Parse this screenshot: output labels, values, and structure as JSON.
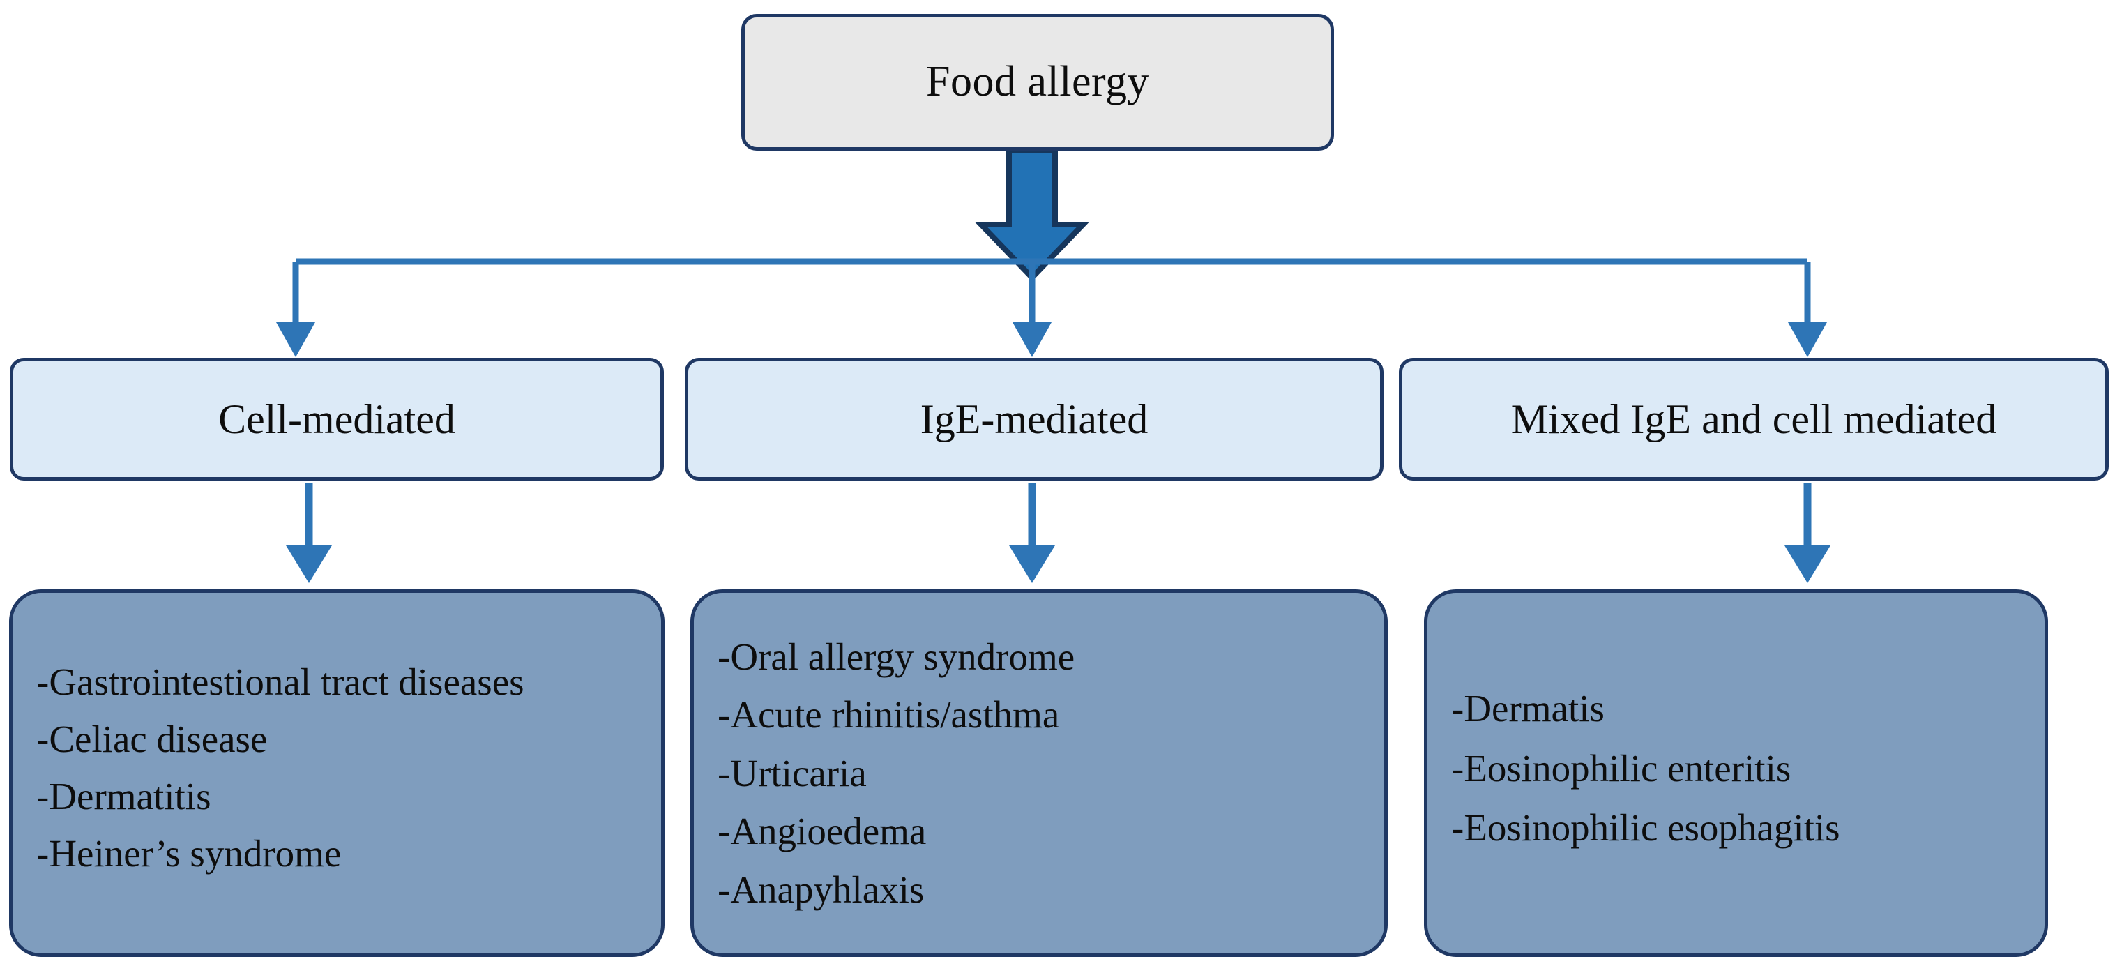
{
  "diagram": {
    "title": "Food allergy classification flowchart",
    "colors": {
      "root_fill": "#E8E8E8",
      "category_fill": "#DCEAF7",
      "leaf_fill": "#7F9DBE",
      "border": "#1F3864",
      "connector": "#2E75B6",
      "arrow_fill": "#2272B5",
      "background": "#FFFFFF"
    },
    "root": {
      "label": "Food allergy"
    },
    "categories": [
      {
        "label": "Cell-mediated"
      },
      {
        "label": "IgE-mediated"
      },
      {
        "label": "Mixed IgE and cell mediated"
      }
    ],
    "leaves": [
      {
        "items": [
          "-Gastrointestional tract diseases",
          "-Celiac disease",
          "-Dermatitis",
          "-Heiner’s syndrome"
        ]
      },
      {
        "items": [
          "-Oral allergy syndrome",
          "-Acute rhinitis/asthma",
          "-Urticaria",
          "-Angioedema",
          "-Anapyhlaxis"
        ]
      },
      {
        "items": [
          "-Dermatis",
          "-Eosinophilic enteritis",
          "-Eosinophilic esophagitis"
        ]
      }
    ]
  }
}
